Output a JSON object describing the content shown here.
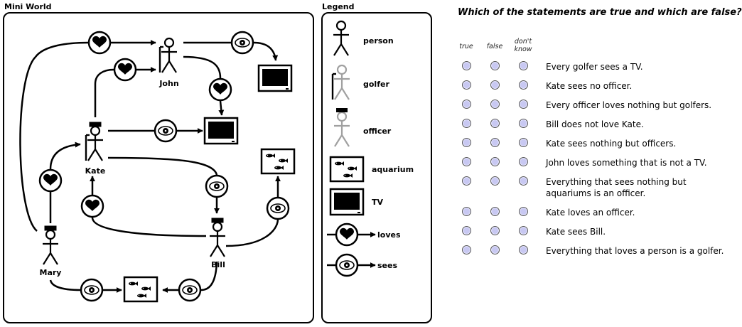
{
  "world": {
    "title": "Mini World",
    "names": {
      "john": "John",
      "kate": "Kate",
      "mary": "Mary",
      "bill": "Bill"
    }
  },
  "legend": {
    "title": "Legend",
    "items": {
      "person": "person",
      "golfer": "golfer",
      "officer": "officer",
      "aquarium": "aquarium",
      "tv": "TV",
      "loves": "loves",
      "sees": "sees"
    }
  },
  "quiz": {
    "question": "Which of the statements are true and which are false?",
    "columns": {
      "true": "true",
      "false": "false",
      "dont_know_1": "don't",
      "dont_know_2": "know"
    },
    "statements": [
      "Every golfer sees a TV.",
      "Kate sees no officer.",
      "Every officer loves nothing but golfers.",
      "Bill does not love Kate.",
      "Kate sees nothing but officers.",
      "John loves something that is not a TV.",
      "Everything that sees nothing but aquariums is an officer.",
      "Kate loves an officer.",
      "Kate sees Bill.",
      "Everything that loves a person is a golfer."
    ]
  },
  "colors": {
    "ink": "#000000",
    "grey": "#a0a0a0",
    "radio": "#c8c8f2"
  },
  "icons": [
    "heart-icon",
    "eye-icon",
    "tv-icon",
    "aquarium-icon",
    "person-icon",
    "golfer-icon",
    "officer-icon"
  ]
}
